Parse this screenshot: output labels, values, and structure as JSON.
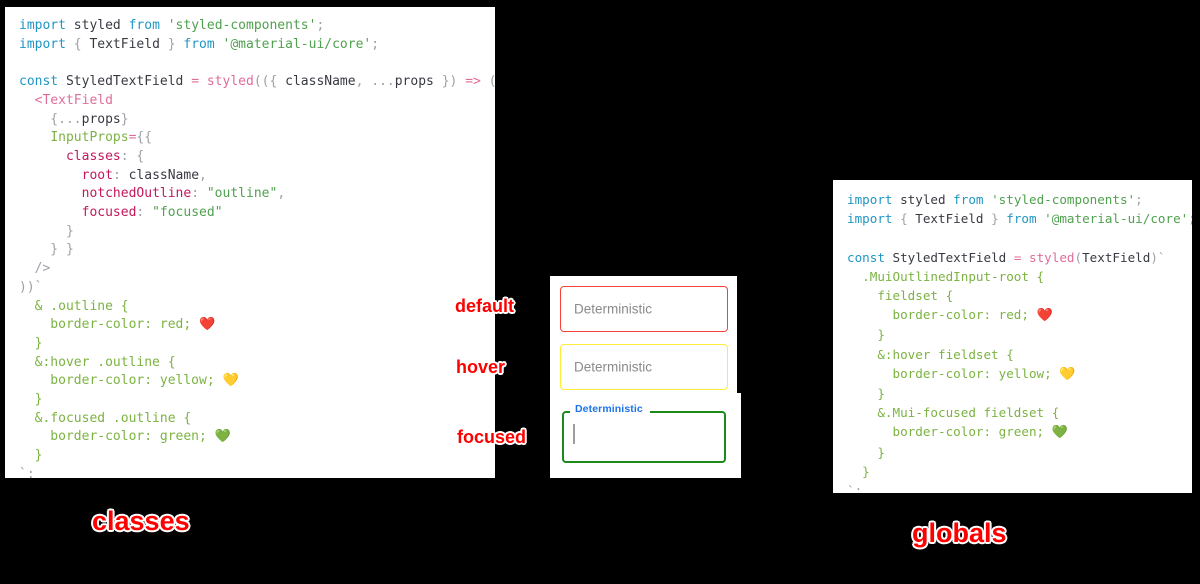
{
  "panels": {
    "classes": {
      "caption": "classes",
      "lines": [
        [
          {
            "t": "import ",
            "c": "t-kw"
          },
          {
            "t": "styled ",
            "c": "t-plain"
          },
          {
            "t": "from ",
            "c": "t-kw"
          },
          {
            "t": "'styled-components'",
            "c": "t-str"
          },
          {
            "t": ";",
            "c": "t-punc"
          }
        ],
        [
          {
            "t": "import ",
            "c": "t-kw"
          },
          {
            "t": "{ ",
            "c": "t-punc"
          },
          {
            "t": "TextField",
            "c": "t-plain"
          },
          {
            "t": " } ",
            "c": "t-punc"
          },
          {
            "t": "from ",
            "c": "t-kw"
          },
          {
            "t": "'@material-ui/core'",
            "c": "t-str"
          },
          {
            "t": ";",
            "c": "t-punc"
          }
        ],
        [
          {
            "t": "",
            "c": "t-plain"
          }
        ],
        [
          {
            "t": "const ",
            "c": "t-kw"
          },
          {
            "t": "StyledTextField ",
            "c": "t-plain"
          },
          {
            "t": "= ",
            "c": "t-op"
          },
          {
            "t": "styled",
            "c": "t-fn"
          },
          {
            "t": "(({ ",
            "c": "t-punc"
          },
          {
            "t": "className",
            "c": "t-plain"
          },
          {
            "t": ", ",
            "c": "t-punc"
          },
          {
            "t": "...",
            "c": "t-punc"
          },
          {
            "t": "props",
            "c": "t-plain"
          },
          {
            "t": " }) ",
            "c": "t-punc"
          },
          {
            "t": "=> ",
            "c": "t-op"
          },
          {
            "t": "(",
            "c": "t-punc"
          }
        ],
        [
          {
            "t": "  <TextField",
            "c": "t-fn"
          }
        ],
        [
          {
            "t": "    {",
            "c": "t-punc"
          },
          {
            "t": "...",
            "c": "t-punc"
          },
          {
            "t": "props",
            "c": "t-plain"
          },
          {
            "t": "}",
            "c": "t-punc"
          }
        ],
        [
          {
            "t": "    ",
            "c": "t-plain"
          },
          {
            "t": "InputProps",
            "c": "t-css"
          },
          {
            "t": "=",
            "c": "t-op"
          },
          {
            "t": "{{",
            "c": "t-punc"
          }
        ],
        [
          {
            "t": "      ",
            "c": "t-plain"
          },
          {
            "t": "classes",
            "c": "t-prop"
          },
          {
            "t": ": ",
            "c": "t-punc"
          },
          {
            "t": "{",
            "c": "t-punc"
          }
        ],
        [
          {
            "t": "        ",
            "c": "t-plain"
          },
          {
            "t": "root",
            "c": "t-prop"
          },
          {
            "t": ": ",
            "c": "t-punc"
          },
          {
            "t": "className",
            "c": "t-plain"
          },
          {
            "t": ",",
            "c": "t-punc"
          }
        ],
        [
          {
            "t": "        ",
            "c": "t-plain"
          },
          {
            "t": "notchedOutline",
            "c": "t-prop"
          },
          {
            "t": ": ",
            "c": "t-punc"
          },
          {
            "t": "\"outline\"",
            "c": "t-str"
          },
          {
            "t": ",",
            "c": "t-punc"
          }
        ],
        [
          {
            "t": "        ",
            "c": "t-plain"
          },
          {
            "t": "focused",
            "c": "t-prop"
          },
          {
            "t": ": ",
            "c": "t-punc"
          },
          {
            "t": "\"focused\"",
            "c": "t-str"
          }
        ],
        [
          {
            "t": "      }",
            "c": "t-punc"
          }
        ],
        [
          {
            "t": "    } }",
            "c": "t-punc"
          }
        ],
        [
          {
            "t": "  />",
            "c": "t-punc"
          }
        ],
        [
          {
            "t": "))`",
            "c": "t-punc"
          }
        ],
        [
          {
            "t": "  & .outline {",
            "c": "t-css"
          }
        ],
        [
          {
            "t": "    border-color: red; ",
            "c": "t-css"
          },
          {
            "t": "❤️",
            "c": "emoji"
          }
        ],
        [
          {
            "t": "  }",
            "c": "t-css"
          }
        ],
        [
          {
            "t": "  &:hover .outline {",
            "c": "t-css"
          }
        ],
        [
          {
            "t": "    border-color: yellow; ",
            "c": "t-css"
          },
          {
            "t": "💛",
            "c": "emoji"
          }
        ],
        [
          {
            "t": "  }",
            "c": "t-css"
          }
        ],
        [
          {
            "t": "  &.focused .outline {",
            "c": "t-css"
          }
        ],
        [
          {
            "t": "    border-color: green; ",
            "c": "t-css"
          },
          {
            "t": "💚",
            "c": "emoji"
          }
        ],
        [
          {
            "t": "  }",
            "c": "t-css"
          }
        ],
        [
          {
            "t": "`;",
            "c": "t-punc"
          }
        ]
      ]
    },
    "globals": {
      "caption": "globals",
      "lines": [
        [
          {
            "t": "import ",
            "c": "t-kw"
          },
          {
            "t": "styled ",
            "c": "t-plain"
          },
          {
            "t": "from ",
            "c": "t-kw"
          },
          {
            "t": "'styled-components'",
            "c": "t-str"
          },
          {
            "t": ";",
            "c": "t-punc"
          }
        ],
        [
          {
            "t": "import ",
            "c": "t-kw"
          },
          {
            "t": "{ ",
            "c": "t-punc"
          },
          {
            "t": "TextField",
            "c": "t-plain"
          },
          {
            "t": " } ",
            "c": "t-punc"
          },
          {
            "t": "from ",
            "c": "t-kw"
          },
          {
            "t": "'@material-ui/core'",
            "c": "t-str"
          },
          {
            "t": ";",
            "c": "t-punc"
          }
        ],
        [
          {
            "t": "",
            "c": "t-plain"
          }
        ],
        [
          {
            "t": "const ",
            "c": "t-kw"
          },
          {
            "t": "StyledTextField ",
            "c": "t-plain"
          },
          {
            "t": "= ",
            "c": "t-op"
          },
          {
            "t": "styled",
            "c": "t-fn"
          },
          {
            "t": "(",
            "c": "t-punc"
          },
          {
            "t": "TextField",
            "c": "t-plain"
          },
          {
            "t": ")`",
            "c": "t-punc"
          }
        ],
        [
          {
            "t": "  .MuiOutlinedInput-root {",
            "c": "t-css"
          }
        ],
        [
          {
            "t": "    fieldset {",
            "c": "t-css"
          }
        ],
        [
          {
            "t": "      border-color: red; ",
            "c": "t-css"
          },
          {
            "t": "❤️",
            "c": "emoji"
          }
        ],
        [
          {
            "t": "    }",
            "c": "t-css"
          }
        ],
        [
          {
            "t": "    &:hover fieldset {",
            "c": "t-css"
          }
        ],
        [
          {
            "t": "      border-color: yellow; ",
            "c": "t-css"
          },
          {
            "t": "💛",
            "c": "emoji"
          }
        ],
        [
          {
            "t": "    }",
            "c": "t-css"
          }
        ],
        [
          {
            "t": "    &.Mui-focused fieldset {",
            "c": "t-css"
          }
        ],
        [
          {
            "t": "      border-color: green; ",
            "c": "t-css"
          },
          {
            "t": "💚",
            "c": "emoji"
          }
        ],
        [
          {
            "t": "    }",
            "c": "t-css"
          }
        ],
        [
          {
            "t": "  }",
            "c": "t-css"
          }
        ],
        [
          {
            "t": "`;",
            "c": "t-punc"
          }
        ]
      ]
    }
  },
  "demo": {
    "fields": [
      {
        "state": "default",
        "label": "Deterministic",
        "border_color": "#f44336"
      },
      {
        "state": "hover",
        "label": "Deterministic",
        "border_color": "#ffeb3b"
      },
      {
        "state": "focused",
        "label": "Deterministic",
        "border_color": "#1b8a1b"
      }
    ]
  },
  "annotations": {
    "default": "default",
    "hover": "hover",
    "focused": "focused"
  },
  "colors": {
    "background": "#000000",
    "panel": "#ffffff",
    "annotation": "#ff0000",
    "red": "#f44336",
    "yellow": "#ffeb3b",
    "green": "#1b8a1b",
    "label_blue": "#1a73e8"
  }
}
